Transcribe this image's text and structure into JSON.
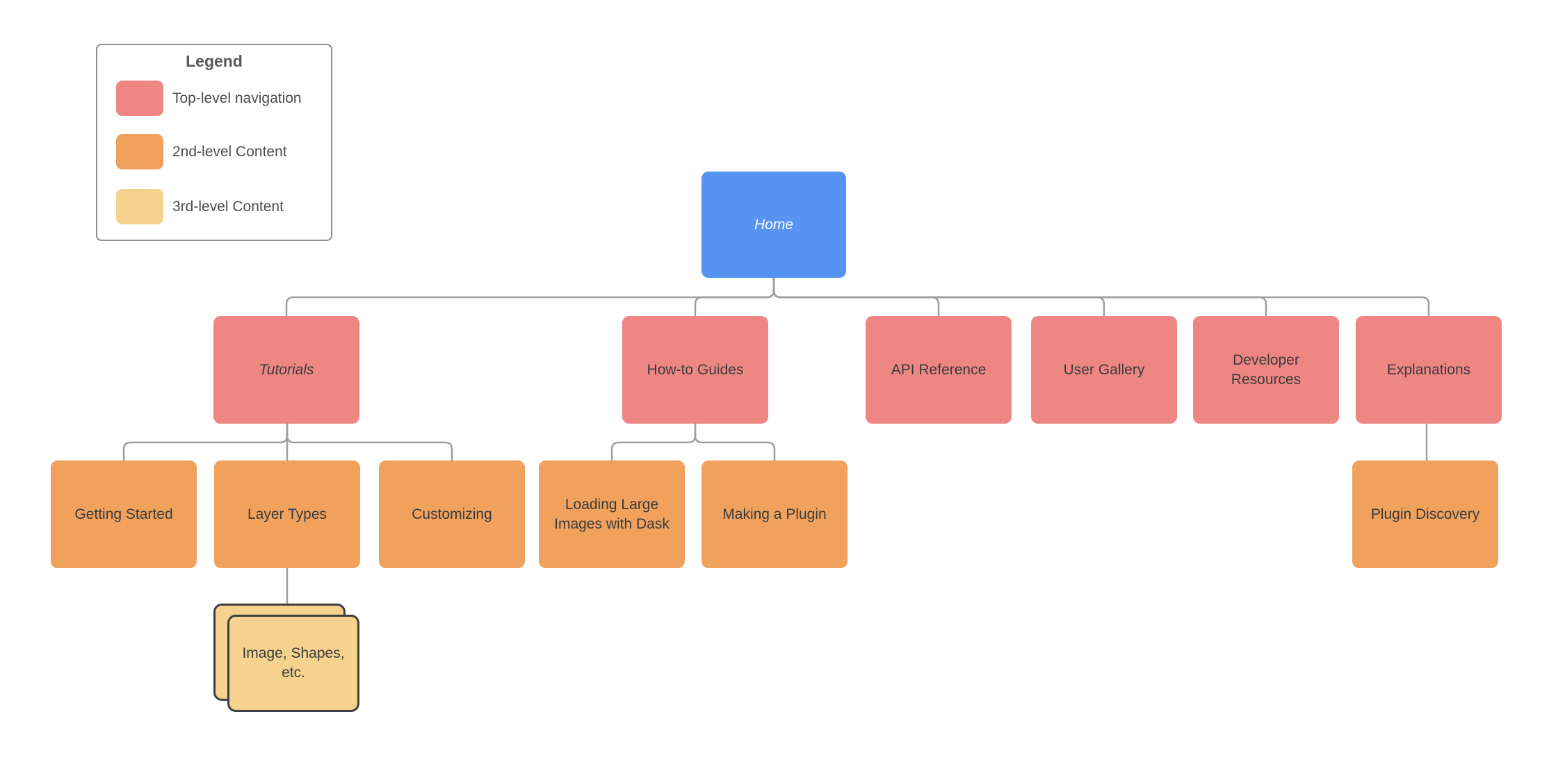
{
  "diagram": {
    "kind": "sitemap-tree",
    "background": "#ffffff"
  },
  "colors": {
    "root_node": "#5793f0",
    "top_level": "#ee8784",
    "second_level": "#f0a25c",
    "third_level": "#f6d28f",
    "third_level_border": "#3e3e3e",
    "connector": "#9e9e9e",
    "node_text": "#3b3b3b",
    "root_text": "#ffffff",
    "legend_text": "#4d4d4d",
    "legend_title_text": "#595959",
    "legend_border": "#8f8f8f"
  },
  "legend": {
    "title": "Legend",
    "items": [
      {
        "label": "Top-level navigation",
        "color": "#ee8784"
      },
      {
        "label": "2nd-level Content",
        "color": "#f0a25c"
      },
      {
        "label": "3rd-level Content",
        "color": "#f6d28f"
      }
    ]
  },
  "nodes": [
    {
      "id": "home",
      "label": "Home",
      "level": "root",
      "color": "#5793f0",
      "text_style": "italic"
    },
    {
      "id": "tutorials",
      "label": "Tutorials",
      "level": "top",
      "color": "#ee8784",
      "text_style": "italic"
    },
    {
      "id": "how-to-guides",
      "label": "How-to Guides",
      "level": "top",
      "color": "#ee8784",
      "text_style": "normal"
    },
    {
      "id": "api-reference",
      "label": "API Reference",
      "level": "top",
      "color": "#ee8784",
      "text_style": "normal"
    },
    {
      "id": "user-gallery",
      "label": "User Gallery",
      "level": "top",
      "color": "#ee8784",
      "text_style": "normal"
    },
    {
      "id": "developer-resources",
      "label": "Developer Resources",
      "level": "top",
      "color": "#ee8784",
      "text_style": "normal"
    },
    {
      "id": "explanations",
      "label": "Explanations",
      "level": "top",
      "color": "#ee8784",
      "text_style": "normal"
    },
    {
      "id": "getting-started",
      "label": "Getting Started",
      "level": "second",
      "color": "#f0a25c",
      "text_style": "normal"
    },
    {
      "id": "layer-types",
      "label": "Layer Types",
      "level": "second",
      "color": "#f0a25c",
      "text_style": "normal"
    },
    {
      "id": "customizing",
      "label": "Customizing",
      "level": "second",
      "color": "#f0a25c",
      "text_style": "normal"
    },
    {
      "id": "loading-large-images-with-dask",
      "label": "Loading Large Images with Dask",
      "level": "second",
      "color": "#f0a25c",
      "text_style": "normal"
    },
    {
      "id": "making-a-plugin",
      "label": "Making a Plugin",
      "level": "second",
      "color": "#f0a25c",
      "text_style": "normal"
    },
    {
      "id": "plugin-discovery",
      "label": "Plugin Discovery",
      "level": "second",
      "color": "#f0a25c",
      "text_style": "normal"
    },
    {
      "id": "image-shapes-etc",
      "label": "Image, Shapes, etc.",
      "level": "third",
      "color": "#f6d28f",
      "text_style": "normal",
      "stacked": true
    }
  ],
  "edges": [
    {
      "from": "home",
      "to": "tutorials"
    },
    {
      "from": "home",
      "to": "how-to-guides"
    },
    {
      "from": "home",
      "to": "api-reference"
    },
    {
      "from": "home",
      "to": "user-gallery"
    },
    {
      "from": "home",
      "to": "developer-resources"
    },
    {
      "from": "home",
      "to": "explanations"
    },
    {
      "from": "tutorials",
      "to": "getting-started"
    },
    {
      "from": "tutorials",
      "to": "layer-types"
    },
    {
      "from": "tutorials",
      "to": "customizing"
    },
    {
      "from": "how-to-guides",
      "to": "loading-large-images-with-dask"
    },
    {
      "from": "how-to-guides",
      "to": "making-a-plugin"
    },
    {
      "from": "explanations",
      "to": "plugin-discovery"
    },
    {
      "from": "layer-types",
      "to": "image-shapes-etc"
    }
  ]
}
